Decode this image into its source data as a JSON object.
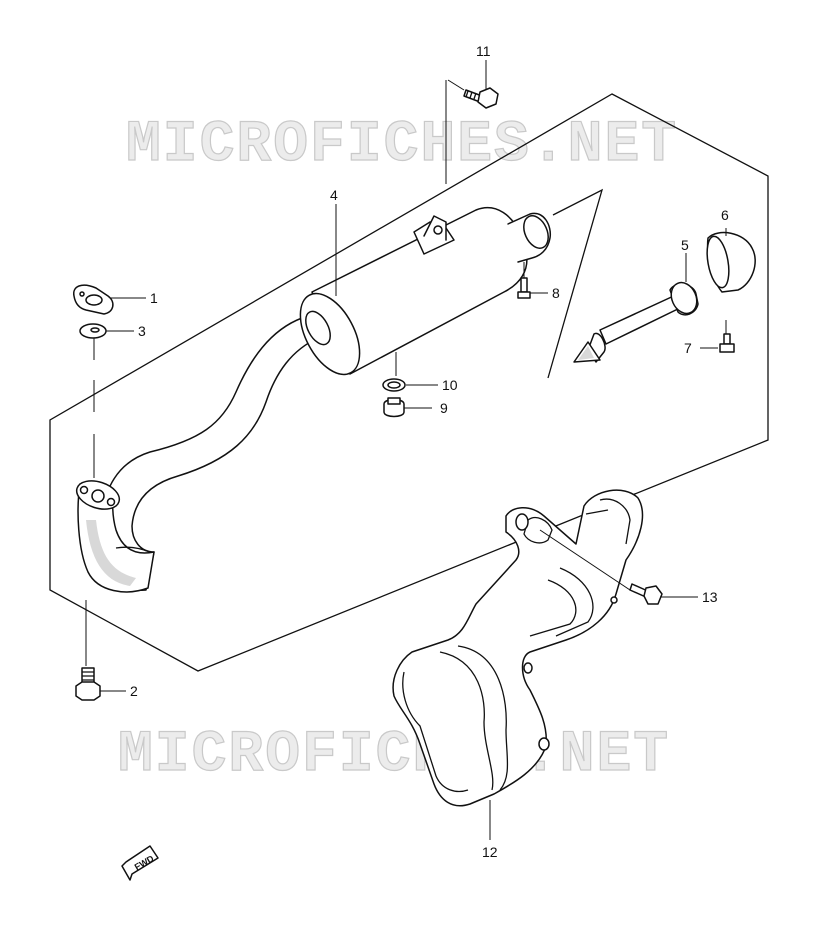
{
  "watermark": {
    "text": "MICROFICHES.NET"
  },
  "fwd_label": "FWD",
  "callouts": [
    {
      "id": "1",
      "label": "1"
    },
    {
      "id": "2",
      "label": "2"
    },
    {
      "id": "3",
      "label": "3"
    },
    {
      "id": "4",
      "label": "4"
    },
    {
      "id": "5",
      "label": "5"
    },
    {
      "id": "6",
      "label": "6"
    },
    {
      "id": "7",
      "label": "7"
    },
    {
      "id": "8",
      "label": "8"
    },
    {
      "id": "9",
      "label": "9"
    },
    {
      "id": "10",
      "label": "10"
    },
    {
      "id": "11",
      "label": "11"
    },
    {
      "id": "12",
      "label": "12"
    },
    {
      "id": "13",
      "label": "13"
    }
  ]
}
